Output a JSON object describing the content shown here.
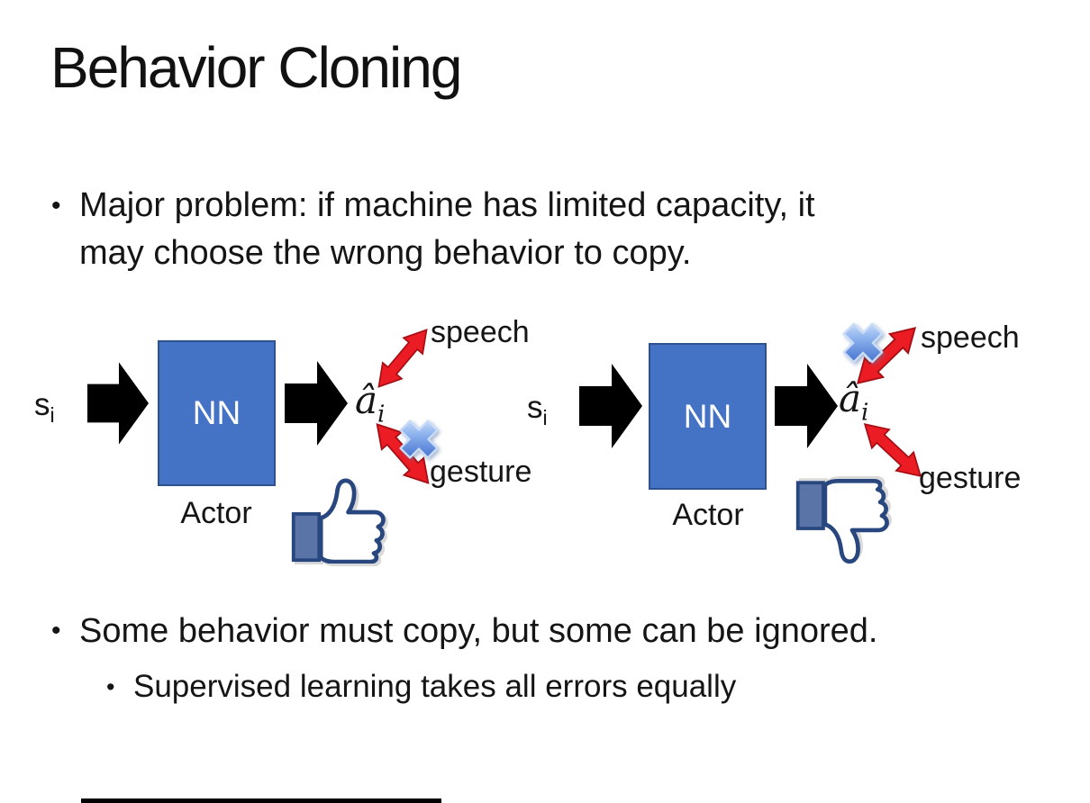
{
  "title": "Behavior Cloning",
  "bullet_char": "•",
  "bullets": {
    "major_problem_lines": [
      "Major problem: if machine has limited capacity, it",
      "may choose the wrong behavior to copy."
    ],
    "some_behavior": "Some behavior must copy, but some can be ignored.",
    "supervised": "Supervised learning takes all errors equally"
  },
  "diagram_left": {
    "input": "s",
    "input_sub": "i",
    "nn": "NN",
    "actor": "Actor",
    "output": "â",
    "output_sub": "i",
    "speech": "speech",
    "gesture": "gesture",
    "crossed_out": "gesture",
    "feedback_icon": "thumbs-up"
  },
  "diagram_right": {
    "input": "s",
    "input_sub": "i",
    "nn": "NN",
    "actor": "Actor",
    "output": "â",
    "output_sub": "i",
    "speech": "speech",
    "gesture": "gesture",
    "crossed_out": "speech",
    "feedback_icon": "thumbs-down"
  },
  "colors": {
    "nn_fill": "#4472C4",
    "nn_border": "#2F528F",
    "arrow_black": "#000000",
    "arrow_red": "#EC1C24",
    "cross_blue": "#2B5CC4",
    "thumb_outline": "#29477F",
    "thumb_cuff": "#5B74A8"
  }
}
